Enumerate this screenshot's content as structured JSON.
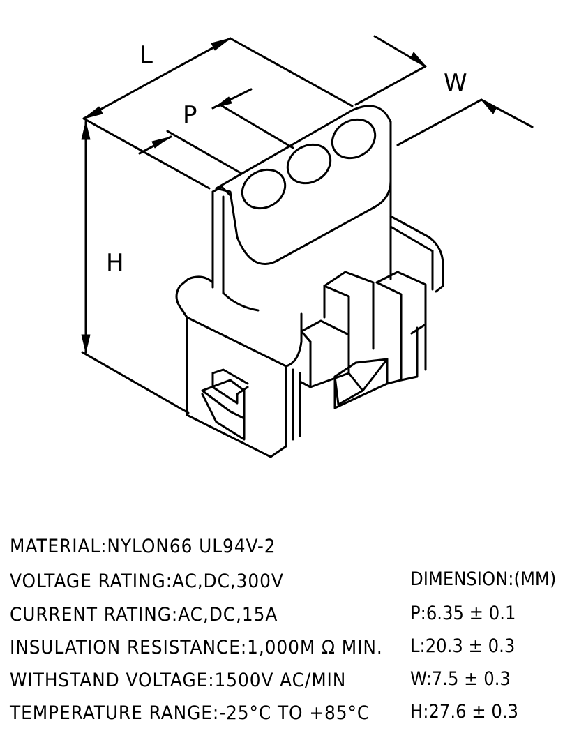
{
  "dimension_labels": {
    "L": "L",
    "P": "P",
    "W": "W",
    "H": "H"
  },
  "specs": [
    "MATERIAL:NYLON66 UL94V-2",
    "VOLTAGE RATING:AC,DC,300V",
    "CURRENT RATING:AC,DC,15A",
    "INSULATION RESISTANCE:1,000M Ω MIN.",
    "WITHSTAND VOLTAGE:1500V AC/MIN",
    "TEMPERATURE RANGE:-25°C TO +85°C"
  ],
  "dimensions": {
    "title": "DIMENSION:(MM)",
    "values": [
      "P:6.35 ± 0.1",
      "L:20.3 ± 0.3",
      "W:7.5 ± 0.3",
      "H:27.6 ± 0.3"
    ]
  }
}
